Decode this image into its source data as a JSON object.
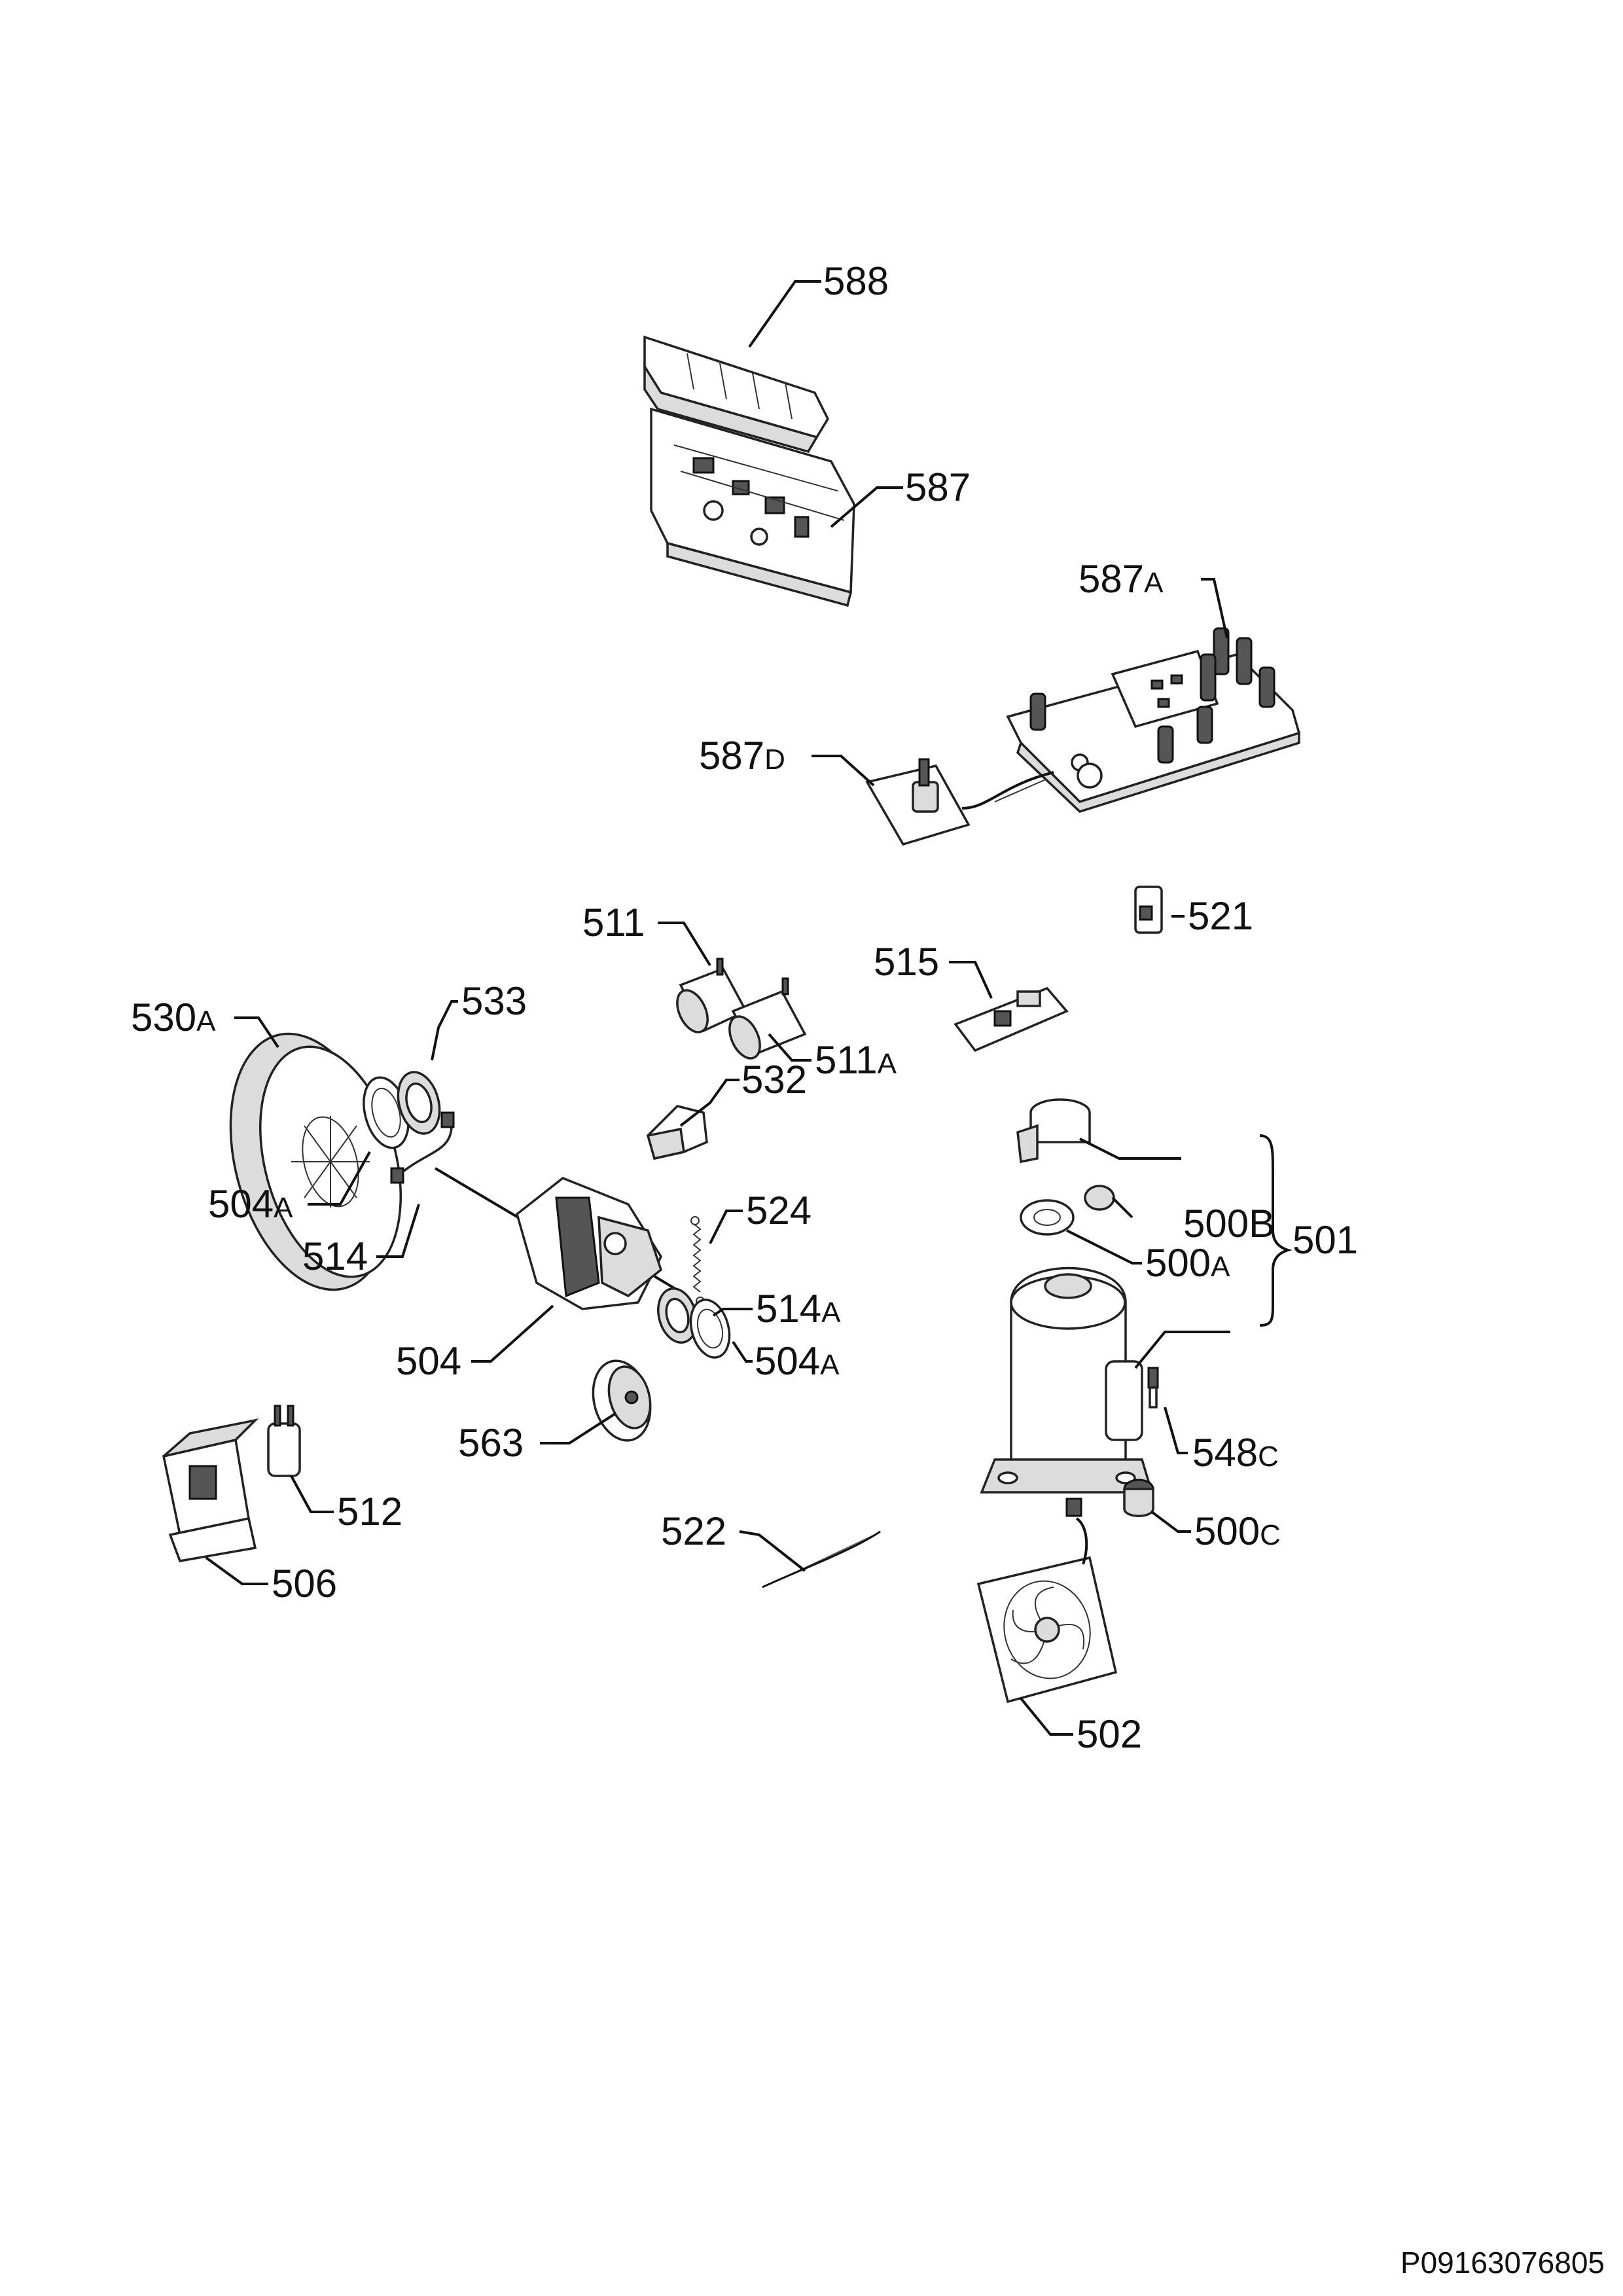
{
  "labels": {
    "l588": {
      "num": "588",
      "sfx": ""
    },
    "l587": {
      "num": "587",
      "sfx": ""
    },
    "l587A": {
      "num": "587",
      "sfx": "A"
    },
    "l587D": {
      "num": "587",
      "sfx": "D"
    },
    "l511": {
      "num": "511",
      "sfx": ""
    },
    "l521": {
      "num": "521",
      "sfx": ""
    },
    "l515": {
      "num": "515",
      "sfx": ""
    },
    "l530A": {
      "num": "530",
      "sfx": "A"
    },
    "l533": {
      "num": "533",
      "sfx": ""
    },
    "l511A": {
      "num": "511",
      "sfx": "A"
    },
    "l532": {
      "num": "532",
      "sfx": ""
    },
    "l504A_1": {
      "num": "504",
      "sfx": "A"
    },
    "l514": {
      "num": "514",
      "sfx": ""
    },
    "l524": {
      "num": "524",
      "sfx": ""
    },
    "l500B": {
      "num": "500B",
      "sfx": ""
    },
    "l500A": {
      "num": "500",
      "sfx": "A"
    },
    "l501": {
      "num": "501",
      "sfx": ""
    },
    "l514A": {
      "num": "514",
      "sfx": "A"
    },
    "l504": {
      "num": "504",
      "sfx": ""
    },
    "l504A_2": {
      "num": "504",
      "sfx": "A"
    },
    "l548C": {
      "num": "548",
      "sfx": "C"
    },
    "l563": {
      "num": "563",
      "sfx": ""
    },
    "l512": {
      "num": "512",
      "sfx": ""
    },
    "l522": {
      "num": "522",
      "sfx": ""
    },
    "l500C": {
      "num": "500",
      "sfx": "C"
    },
    "l506": {
      "num": "506",
      "sfx": ""
    },
    "l502": {
      "num": "502",
      "sfx": ""
    }
  },
  "document_number": "P09163076805"
}
